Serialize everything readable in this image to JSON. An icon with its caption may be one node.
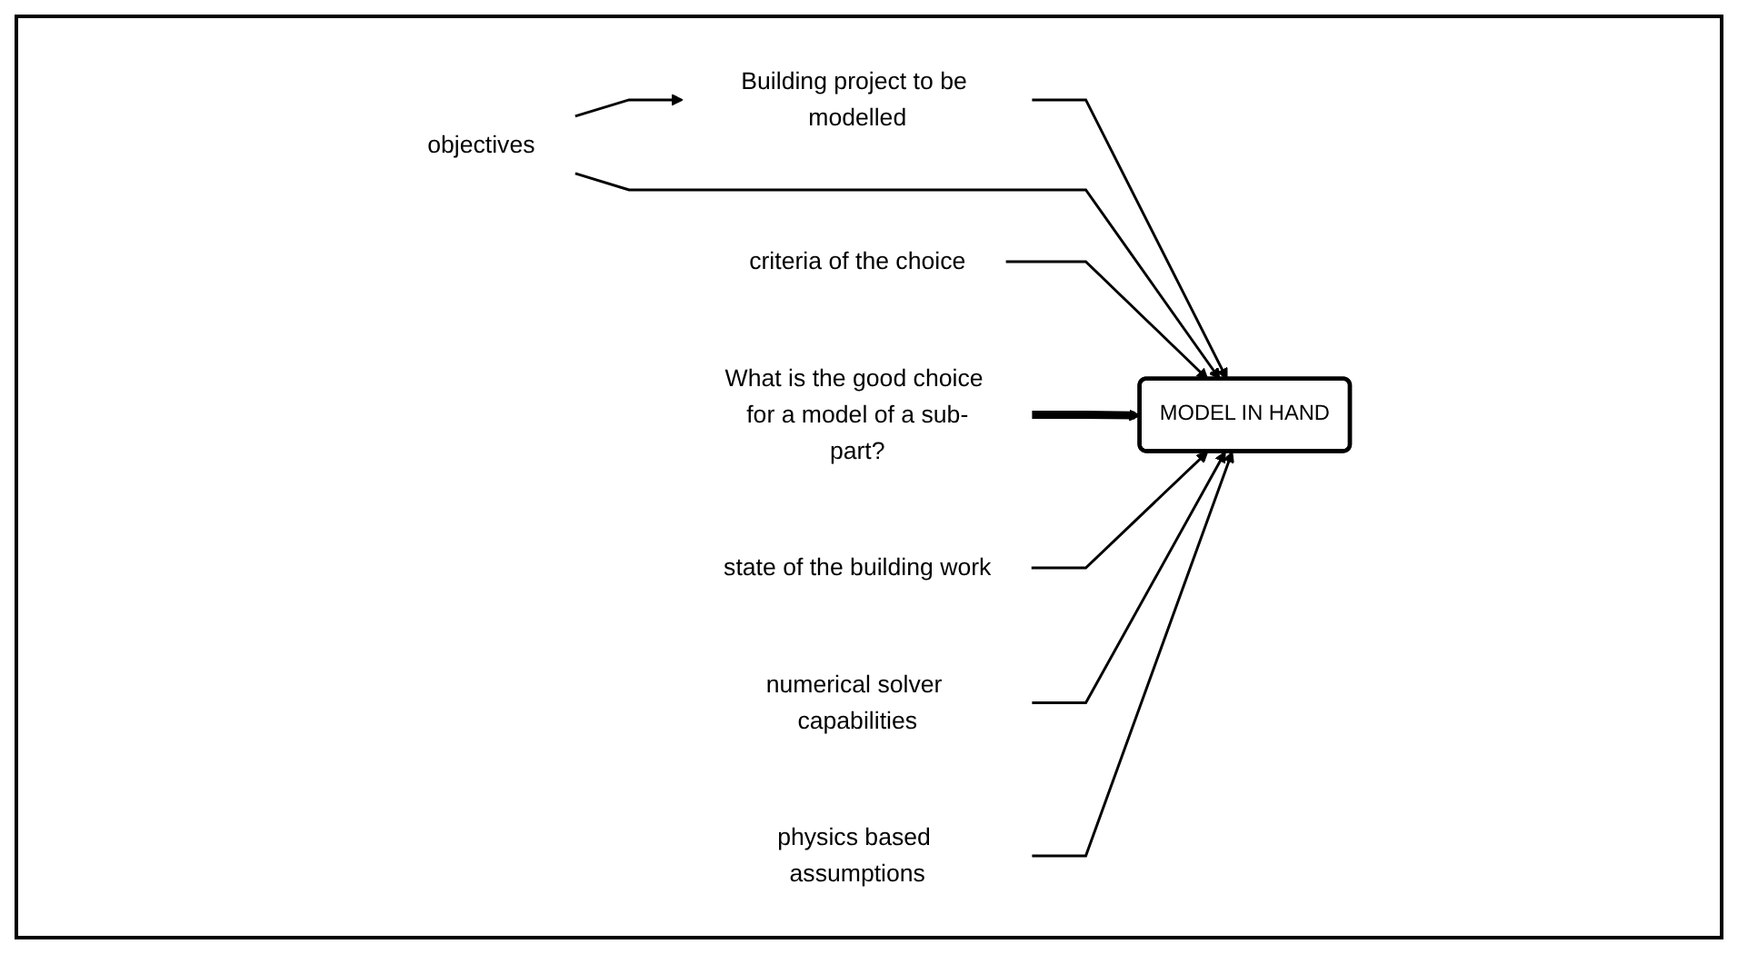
{
  "diagram": {
    "nodes": [
      {
        "text": [
          "Building project to be modelled"
        ]
      },
      {
        "text": [
          "objectives"
        ]
      },
      {
        "text": [
          "criteria of the choice"
        ]
      },
      {
        "text": [
          "What is the good choice for a model of a sub-part?"
        ]
      },
      {
        "text": [
          "MODEL IN HAND"
        ]
      },
      {
        "text": [
          "state of the building work"
        ]
      },
      {
        "text": [
          "numerical solver capabilities"
        ]
      },
      {
        "text": [
          "physics based assumptions"
        ]
      }
    ],
    "edges": [
      {
        "from": 1,
        "to": 0,
        "arrow": "to"
      },
      {
        "from": 0,
        "to": 4,
        "arrow": "to"
      },
      {
        "from": 1,
        "to": 4,
        "arrow": "to"
      },
      {
        "from": 2,
        "to": 4,
        "arrow": "to"
      },
      {
        "from": 3,
        "to": 4,
        "arrow": "to",
        "style": "thick"
      },
      {
        "from": 5,
        "to": 4,
        "arrow": "to"
      },
      {
        "from": 6,
        "to": 4,
        "arrow": "to"
      },
      {
        "from": 7,
        "to": 4,
        "arrow": "to"
      }
    ]
  }
}
